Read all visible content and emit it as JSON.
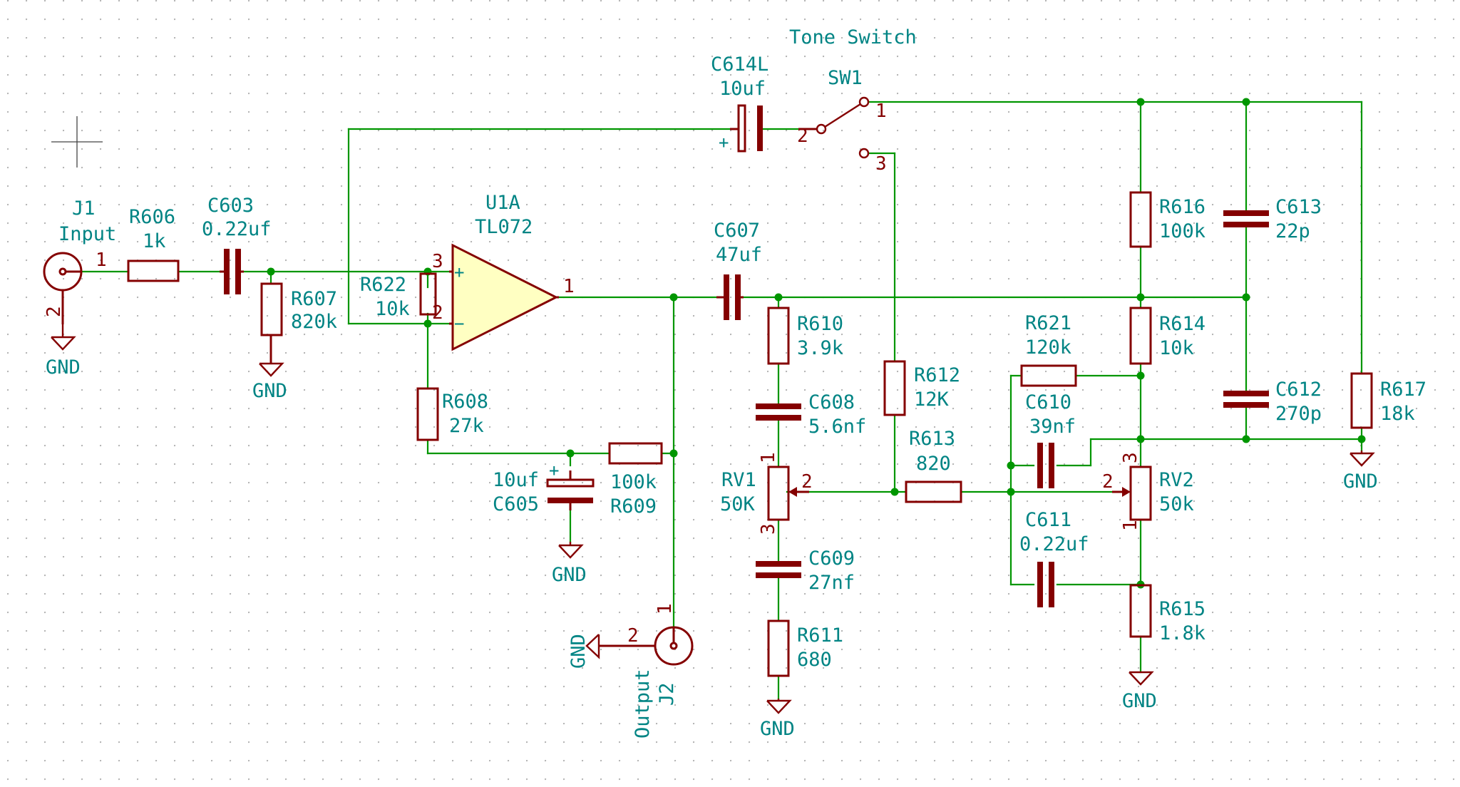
{
  "title": "Tone Switch",
  "parts": {
    "J1": {
      "ref": "J1",
      "value": "Input"
    },
    "J2": {
      "ref": "J2",
      "value": "Output"
    },
    "R606": {
      "ref": "R606",
      "value": "1k"
    },
    "C603": {
      "ref": "C603",
      "value": "0.22uf"
    },
    "R607": {
      "ref": "R607",
      "value": "820k"
    },
    "R622": {
      "ref": "R622",
      "value": "10k"
    },
    "U1A": {
      "ref": "U1A",
      "value": "TL072"
    },
    "R608": {
      "ref": "R608",
      "value": "27k"
    },
    "C605": {
      "ref": "C605",
      "value": "10uf"
    },
    "R609": {
      "ref": "R609",
      "value": "100k"
    },
    "C614L": {
      "ref": "C614L",
      "value": "10uf"
    },
    "SW1": {
      "ref": "SW1"
    },
    "C607": {
      "ref": "C607",
      "value": "47uf"
    },
    "R610": {
      "ref": "R610",
      "value": "3.9k"
    },
    "C608": {
      "ref": "C608",
      "value": "5.6nf"
    },
    "RV1": {
      "ref": "RV1",
      "value": "50K"
    },
    "C609": {
      "ref": "C609",
      "value": "27nf"
    },
    "R611": {
      "ref": "R611",
      "value": "680"
    },
    "R612": {
      "ref": "R612",
      "value": "12K"
    },
    "R613": {
      "ref": "R613",
      "value": "820"
    },
    "R621": {
      "ref": "R621",
      "value": "120k"
    },
    "C610": {
      "ref": "C610",
      "value": "39nf"
    },
    "C611": {
      "ref": "C611",
      "value": "0.22uf"
    },
    "R616": {
      "ref": "R616",
      "value": "100k"
    },
    "R614": {
      "ref": "R614",
      "value": "10k"
    },
    "RV2": {
      "ref": "RV2",
      "value": "50k"
    },
    "R615": {
      "ref": "R615",
      "value": "1.8k"
    },
    "C613": {
      "ref": "C613",
      "value": "22p"
    },
    "C612": {
      "ref": "C612",
      "value": "270p"
    },
    "R617": {
      "ref": "R617",
      "value": "18k"
    }
  },
  "gnd_label": "GND",
  "pins": {
    "one": "1",
    "two": "2",
    "three": "3",
    "plus": "+",
    "minus": "−"
  },
  "colors": {
    "wire": "#009600",
    "component": "#840000",
    "text": "#008484",
    "opamp_fill": "#ffffc2",
    "grid_dot": "#b4b4b4"
  }
}
